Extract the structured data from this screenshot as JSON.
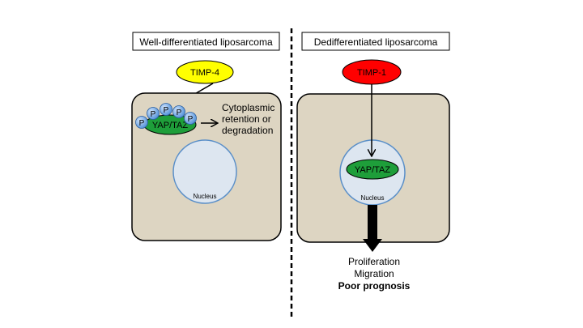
{
  "left_panel": {
    "title": "Well-differentiated liposarcoma",
    "timp_label": "TIMP-4",
    "timp_color": "#ffff00",
    "protein_label": "YAP/TAZ",
    "phospho_label": "P",
    "outcome_lines": [
      "Cytoplasmic",
      "retention or",
      "degradation"
    ],
    "nucleus_label": "Nucleus"
  },
  "right_panel": {
    "title": "Dedifferentiated liposarcoma",
    "timp_label": "TIMP-1",
    "timp_color": "#ff0000",
    "protein_label": "YAP/TAZ",
    "nucleus_label": "Nucleus",
    "outcomes": [
      "Proliferation",
      "Migration"
    ],
    "outcome_bold": "Poor prognosis"
  },
  "colors": {
    "cell_fill": "#ddd5c2",
    "nucleus_fill": "#dde6f0",
    "nucleus_stroke": "#5a8fc8",
    "protein_fill": "#1e9e3a",
    "phospho_fill": "#4f8fd8"
  }
}
